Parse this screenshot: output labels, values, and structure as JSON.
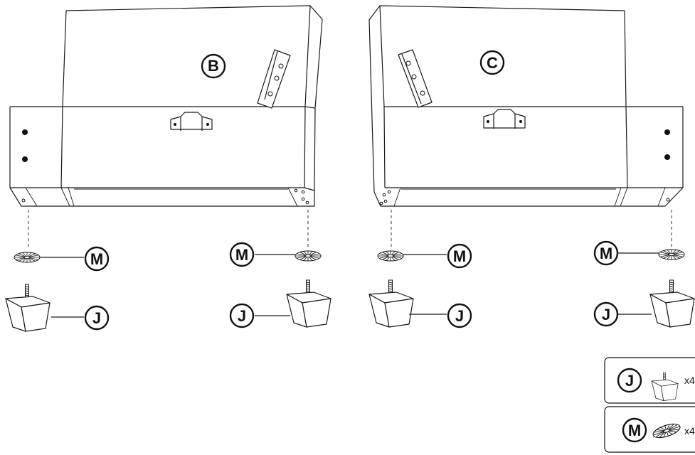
{
  "panels": [
    {
      "id": "B",
      "label": "B"
    },
    {
      "id": "C",
      "label": "C"
    }
  ],
  "part_labels": {
    "leg": "J",
    "washer": "M"
  },
  "legend": [
    {
      "part": "J",
      "label": "J",
      "quantity": "x4",
      "icon": "leg-icon"
    },
    {
      "part": "M",
      "label": "M",
      "quantity": "x4",
      "icon": "washer-icon"
    }
  ]
}
